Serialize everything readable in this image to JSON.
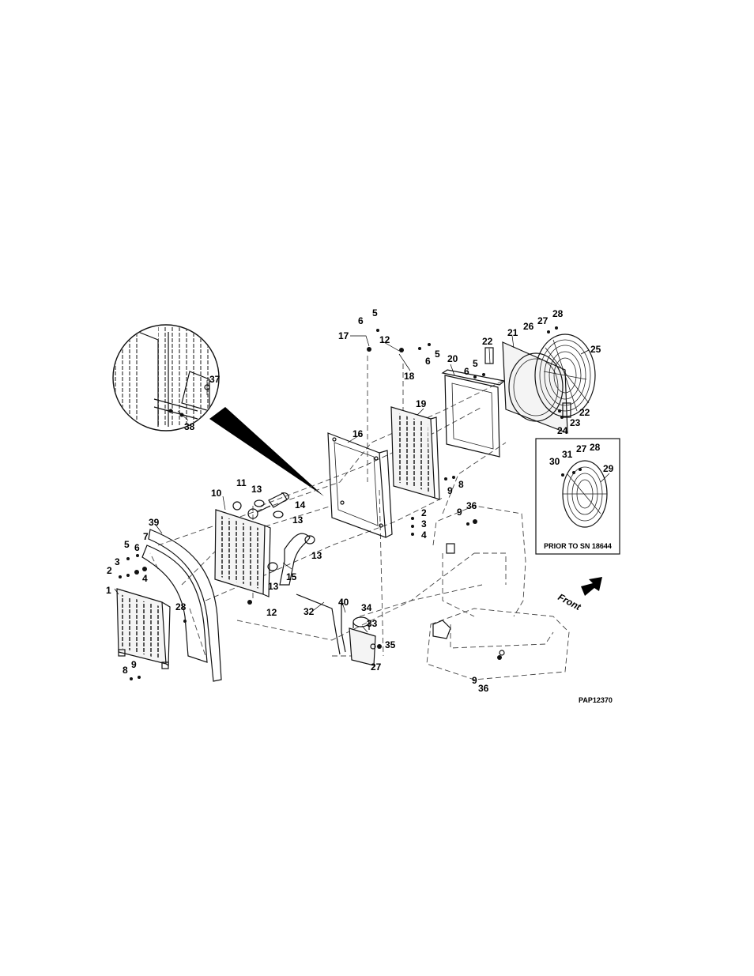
{
  "diagram": {
    "figure_id": "PAP12370",
    "front_label": "Front",
    "inset_note": "PRIOR TO SN 18644",
    "callouts": {
      "c1": "1",
      "c2a": "2",
      "c2b": "2",
      "c3a": "3",
      "c3b": "3",
      "c4a": "4",
      "c4b": "4",
      "c5a": "5",
      "c5b": "5",
      "c5c": "5",
      "c5d": "5",
      "c6a": "6",
      "c6b": "6",
      "c6c": "6",
      "c6d": "6",
      "c7": "7",
      "c8a": "8",
      "c8b": "8",
      "c9a": "9",
      "c9b": "9",
      "c9c": "9",
      "c9d": "9",
      "c10": "10",
      "c11": "11",
      "c12a": "12",
      "c12b": "12",
      "c13a": "13",
      "c13b": "13",
      "c13c": "13",
      "c13d": "13",
      "c14": "14",
      "c15": "15",
      "c16": "16",
      "c17": "17",
      "c18": "18",
      "c19": "19",
      "c20": "20",
      "c21": "21",
      "c22a": "22",
      "c22b": "22",
      "c23": "23",
      "c24": "24",
      "c25": "25",
      "c26": "26",
      "c27a": "27",
      "c27b": "27",
      "c27c": "27",
      "c28a": "28",
      "c28b": "28",
      "c28c": "28",
      "c29": "29",
      "c30": "30",
      "c31": "31",
      "c32": "32",
      "c33": "33",
      "c34": "34",
      "c35": "35",
      "c36a": "36",
      "c36b": "36",
      "c37": "37",
      "c38": "38",
      "c39": "39",
      "c40": "40"
    }
  }
}
